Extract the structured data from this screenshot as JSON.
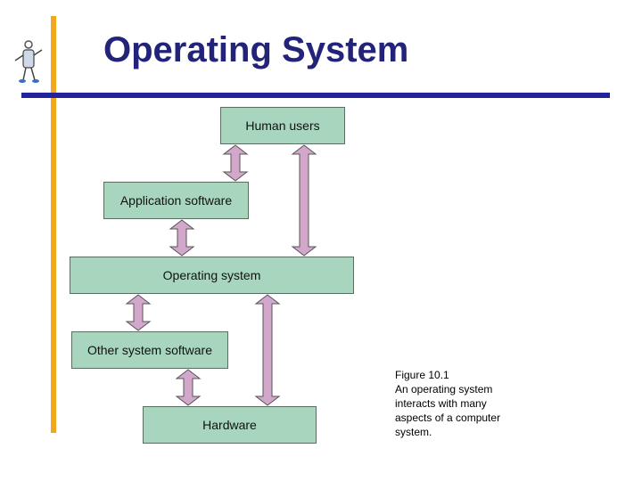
{
  "slide": {
    "title": "Operating System"
  },
  "diagram": {
    "boxes": {
      "human_users": "Human users",
      "application_software": "Application software",
      "operating_system": "Operating system",
      "other_system_software": "Other system software",
      "hardware": "Hardware"
    },
    "arrow_color": "#d3a6cc",
    "box_color": "#a8d5bd"
  },
  "caption": {
    "figure": "Figure 10.1",
    "lines": [
      "An operating system",
      "interacts with many",
      "aspects of a computer",
      "system."
    ]
  },
  "colors": {
    "title": "#23237a",
    "accent_bar": "#f2a81d",
    "rule": "#22229a"
  }
}
